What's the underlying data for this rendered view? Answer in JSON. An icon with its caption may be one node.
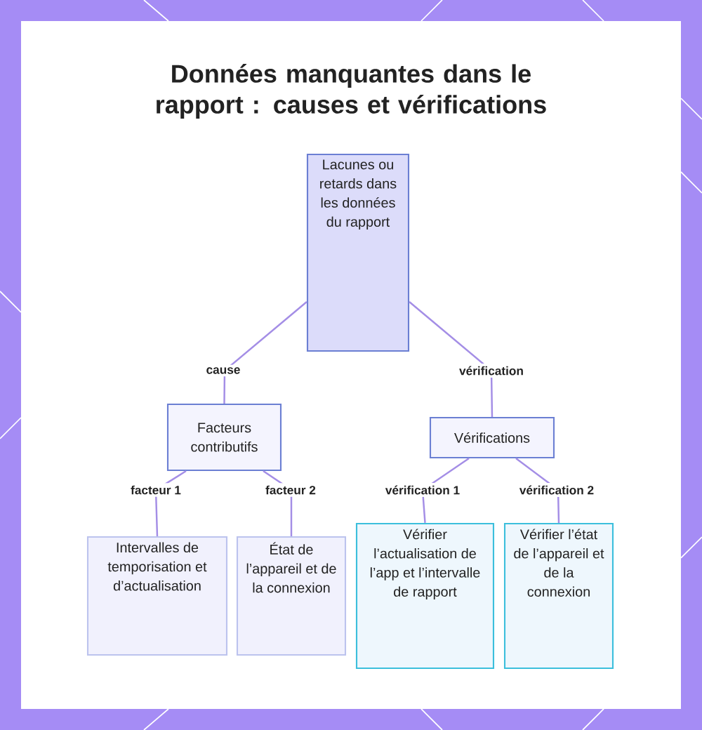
{
  "diagram": {
    "title": "Données manquantes dans le rapport : causes et vérifications",
    "nodes": [
      {
        "text": [
          "Lacunes ou retards dans les données du rapport"
        ]
      },
      {
        "text": [
          "Facteurs contributifs"
        ]
      },
      {
        "text": [
          "Vérifications"
        ]
      },
      {
        "text": [
          "Intervalles de temporisation et d’actualisation"
        ]
      },
      {
        "text": [
          "État de l’appareil et de la connexion"
        ]
      },
      {
        "text": [
          "Vérifier l’actualisation de l’app et l’intervalle de rapport"
        ]
      },
      {
        "text": [
          "Vérifier l’état de l’appareil et de la connexion"
        ]
      }
    ],
    "edges": [
      {
        "from": 0,
        "to": 1,
        "arrow": "none",
        "label": "cause"
      },
      {
        "from": 0,
        "to": 2,
        "arrow": "none",
        "label": "vérification"
      },
      {
        "from": 1,
        "to": 3,
        "arrow": "none",
        "label": "facteur 1"
      },
      {
        "from": 1,
        "to": 4,
        "arrow": "none",
        "label": "facteur 2"
      },
      {
        "from": 2,
        "to": 5,
        "arrow": "none",
        "label": "vérification 1"
      },
      {
        "from": 2,
        "to": 6,
        "arrow": "none",
        "label": "vérification 2"
      }
    ]
  }
}
